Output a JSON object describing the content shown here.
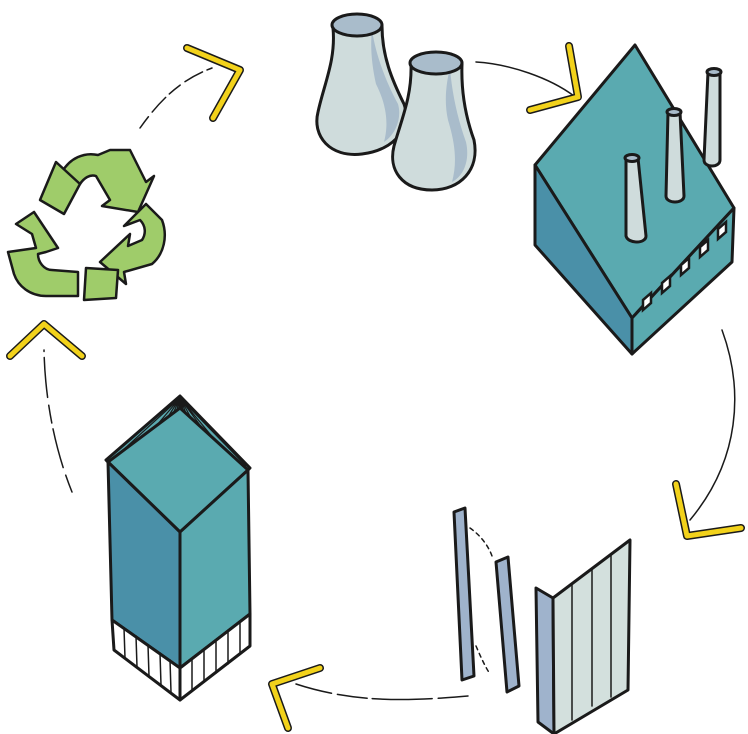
{
  "diagram": {
    "kind": "cycle",
    "stages": [
      {
        "id": "cooling-towers",
        "icon": "cooling-towers-icon"
      },
      {
        "id": "factory",
        "icon": "factory-icon"
      },
      {
        "id": "panels",
        "icon": "building-panels-icon"
      },
      {
        "id": "building",
        "icon": "building-block-icon"
      },
      {
        "id": "recycling",
        "icon": "recycle-symbol-icon"
      }
    ],
    "colors": {
      "teal_light": "#5aaab0",
      "teal_dark": "#4a90a8",
      "tower_fill": "#cfdcdc",
      "tower_top": "#a9bccb",
      "panel_blue": "#9fb3cc",
      "panel_light": "#d3e0dd",
      "recycle_green": "#9fcc6a",
      "arrow_yellow": "#f2d21b",
      "outline": "#1a1a1a"
    }
  }
}
